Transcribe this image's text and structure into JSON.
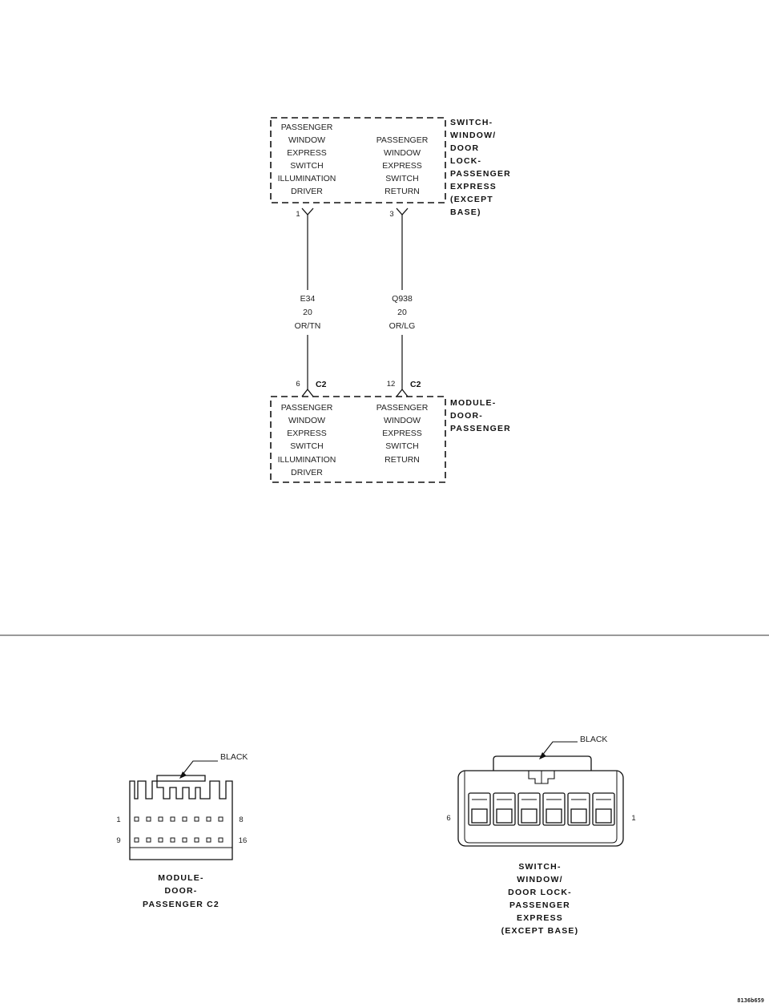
{
  "top_component": {
    "name_lines": [
      "SWITCH-",
      "WINDOW/",
      "DOOR",
      "LOCK-",
      "PASSENGER",
      "EXPRESS",
      "(EXCEPT",
      "BASE)"
    ],
    "left_circuit_lines": [
      "PASSENGER",
      "WINDOW",
      "EXPRESS",
      "SWITCH",
      "ILLUMINATION",
      "DRIVER"
    ],
    "right_circuit_lines": [
      "PASSENGER",
      "WINDOW",
      "EXPRESS",
      "SWITCH",
      "RETURN"
    ],
    "pin_left": "1",
    "pin_right": "3"
  },
  "wires": [
    {
      "circuit": "E34",
      "gauge": "20",
      "color": "OR/TN"
    },
    {
      "circuit": "Q938",
      "gauge": "20",
      "color": "OR/LG"
    }
  ],
  "bottom_component": {
    "name_lines": [
      "MODULE-",
      "DOOR-",
      "PASSENGER"
    ],
    "left_circuit_lines": [
      "PASSENGER",
      "WINDOW",
      "EXPRESS",
      "SWITCH",
      "ILLUMINATION",
      "DRIVER"
    ],
    "right_circuit_lines": [
      "PASSENGER",
      "WINDOW",
      "EXPRESS",
      "SWITCH",
      "RETURN"
    ],
    "pin_left": "6",
    "pin_right": "12",
    "connector_left": "C2",
    "connector_right": "C2"
  },
  "connector_left_view": {
    "color_label": "BLACK",
    "pin_labels": {
      "top_left": "1",
      "top_right": "8",
      "bottom_left": "9",
      "bottom_right": "16"
    },
    "name_lines": [
      "MODULE-",
      "DOOR-",
      "PASSENGER C2"
    ]
  },
  "connector_right_view": {
    "color_label": "BLACK",
    "pin_labels": {
      "left": "6",
      "right": "1"
    },
    "name_lines": [
      "SWITCH-",
      "WINDOW/",
      "DOOR LOCK-",
      "PASSENGER",
      "EXPRESS",
      "(EXCEPT BASE)"
    ]
  },
  "figure_id": "8136b659"
}
